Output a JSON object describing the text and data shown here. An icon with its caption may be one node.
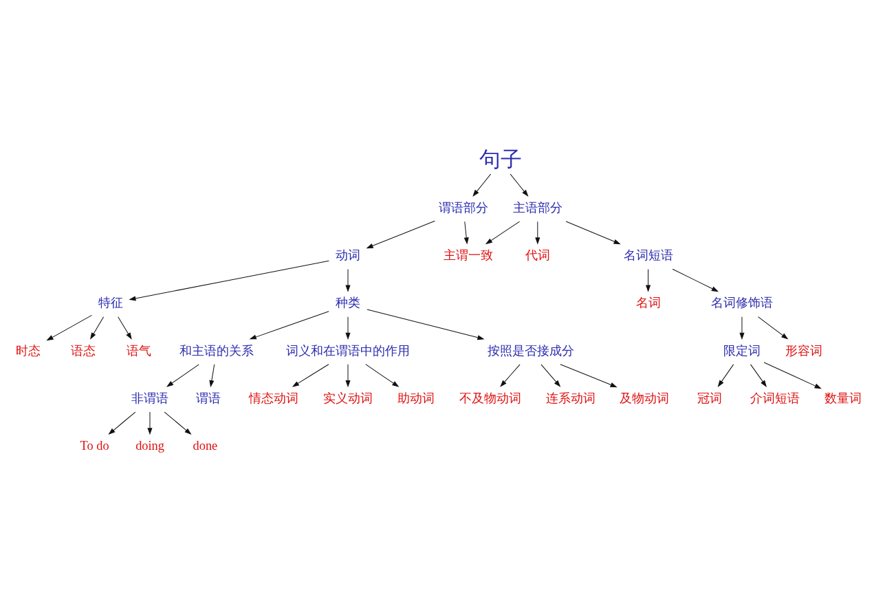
{
  "diagram": {
    "nodes": [
      {
        "text": [
          "句子"
        ]
      },
      {
        "text": [
          "谓语部分"
        ]
      },
      {
        "text": [
          "主语部分"
        ]
      },
      {
        "text": [
          "主谓一致"
        ]
      },
      {
        "text": [
          "动词"
        ]
      },
      {
        "text": [
          "特征"
        ]
      },
      {
        "text": [
          "时态"
        ]
      },
      {
        "text": [
          "语态"
        ]
      },
      {
        "text": [
          "语气"
        ]
      },
      {
        "text": [
          "代词"
        ]
      },
      {
        "text": [
          "名词短语"
        ]
      },
      {
        "text": [
          "种类"
        ]
      },
      {
        "text": [
          "名词"
        ]
      },
      {
        "text": [
          "名词修饰语"
        ]
      },
      {
        "text": [
          "和主语的关系"
        ]
      },
      {
        "text": [
          "词义和在谓语中的作用"
        ]
      },
      {
        "text": [
          "非谓语"
        ]
      },
      {
        "text": [
          "谓语"
        ]
      },
      {
        "text": [
          "情态动词"
        ]
      },
      {
        "text": [
          "限定词"
        ]
      },
      {
        "text": [
          "形容词"
        ]
      },
      {
        "text": [
          "按照是否接成分"
        ]
      },
      {
        "text": [
          "实义动词"
        ]
      },
      {
        "text": [
          "To do"
        ]
      },
      {
        "text": [
          "冠词"
        ]
      },
      {
        "text": [
          "助动词"
        ]
      },
      {
        "text": [
          "doing"
        ]
      },
      {
        "text": [
          "介词短语"
        ]
      },
      {
        "text": [
          "done"
        ]
      },
      {
        "text": [
          "不及物动词"
        ]
      },
      {
        "text": [
          "连系动词"
        ]
      },
      {
        "text": [
          "数量词"
        ]
      },
      {
        "text": [
          "及物动词"
        ]
      }
    ],
    "edges": [
      {
        "from": 0,
        "to": 2,
        "arrow": "to"
      },
      {
        "from": 0,
        "to": 1,
        "arrow": "to"
      },
      {
        "from": 2,
        "to": 3,
        "arrow": "to"
      },
      {
        "from": 1,
        "to": 3,
        "arrow": "to"
      },
      {
        "from": 1,
        "to": 4,
        "arrow": "to"
      },
      {
        "from": 4,
        "to": 5,
        "arrow": "to"
      },
      {
        "from": 5,
        "to": 6,
        "arrow": "to"
      },
      {
        "from": 5,
        "to": 7,
        "arrow": "to"
      },
      {
        "from": 5,
        "to": 8,
        "arrow": "to"
      },
      {
        "from": 4,
        "to": 11,
        "arrow": "to"
      },
      {
        "from": 2,
        "to": 9,
        "arrow": "to"
      },
      {
        "from": 2,
        "to": 10,
        "arrow": "to"
      },
      {
        "from": 10,
        "to": 12,
        "arrow": "to"
      },
      {
        "from": 10,
        "to": 13,
        "arrow": "to"
      },
      {
        "from": 13,
        "to": 19,
        "arrow": "to"
      },
      {
        "from": 13,
        "to": 20,
        "arrow": "to"
      },
      {
        "from": 19,
        "to": 27,
        "arrow": "to"
      },
      {
        "from": 19,
        "to": 31,
        "arrow": "to"
      },
      {
        "from": 19,
        "to": 24,
        "arrow": "to"
      },
      {
        "from": 11,
        "to": 14,
        "arrow": "to"
      },
      {
        "from": 11,
        "to": 15,
        "arrow": "to"
      },
      {
        "from": 11,
        "to": 21,
        "arrow": "to"
      },
      {
        "from": 14,
        "to": 16,
        "arrow": "to"
      },
      {
        "from": 14,
        "to": 17,
        "arrow": "to"
      },
      {
        "from": 16,
        "to": 23,
        "arrow": "to"
      },
      {
        "from": 16,
        "to": 26,
        "arrow": "to"
      },
      {
        "from": 16,
        "to": 28,
        "arrow": "to"
      },
      {
        "from": 15,
        "to": 18,
        "arrow": "to"
      },
      {
        "from": 15,
        "to": 22,
        "arrow": "to"
      },
      {
        "from": 15,
        "to": 25,
        "arrow": "to"
      },
      {
        "from": 21,
        "to": 29,
        "arrow": "to"
      },
      {
        "from": 21,
        "to": 30,
        "arrow": "to"
      },
      {
        "from": 21,
        "to": 32,
        "arrow": "to"
      }
    ]
  }
}
